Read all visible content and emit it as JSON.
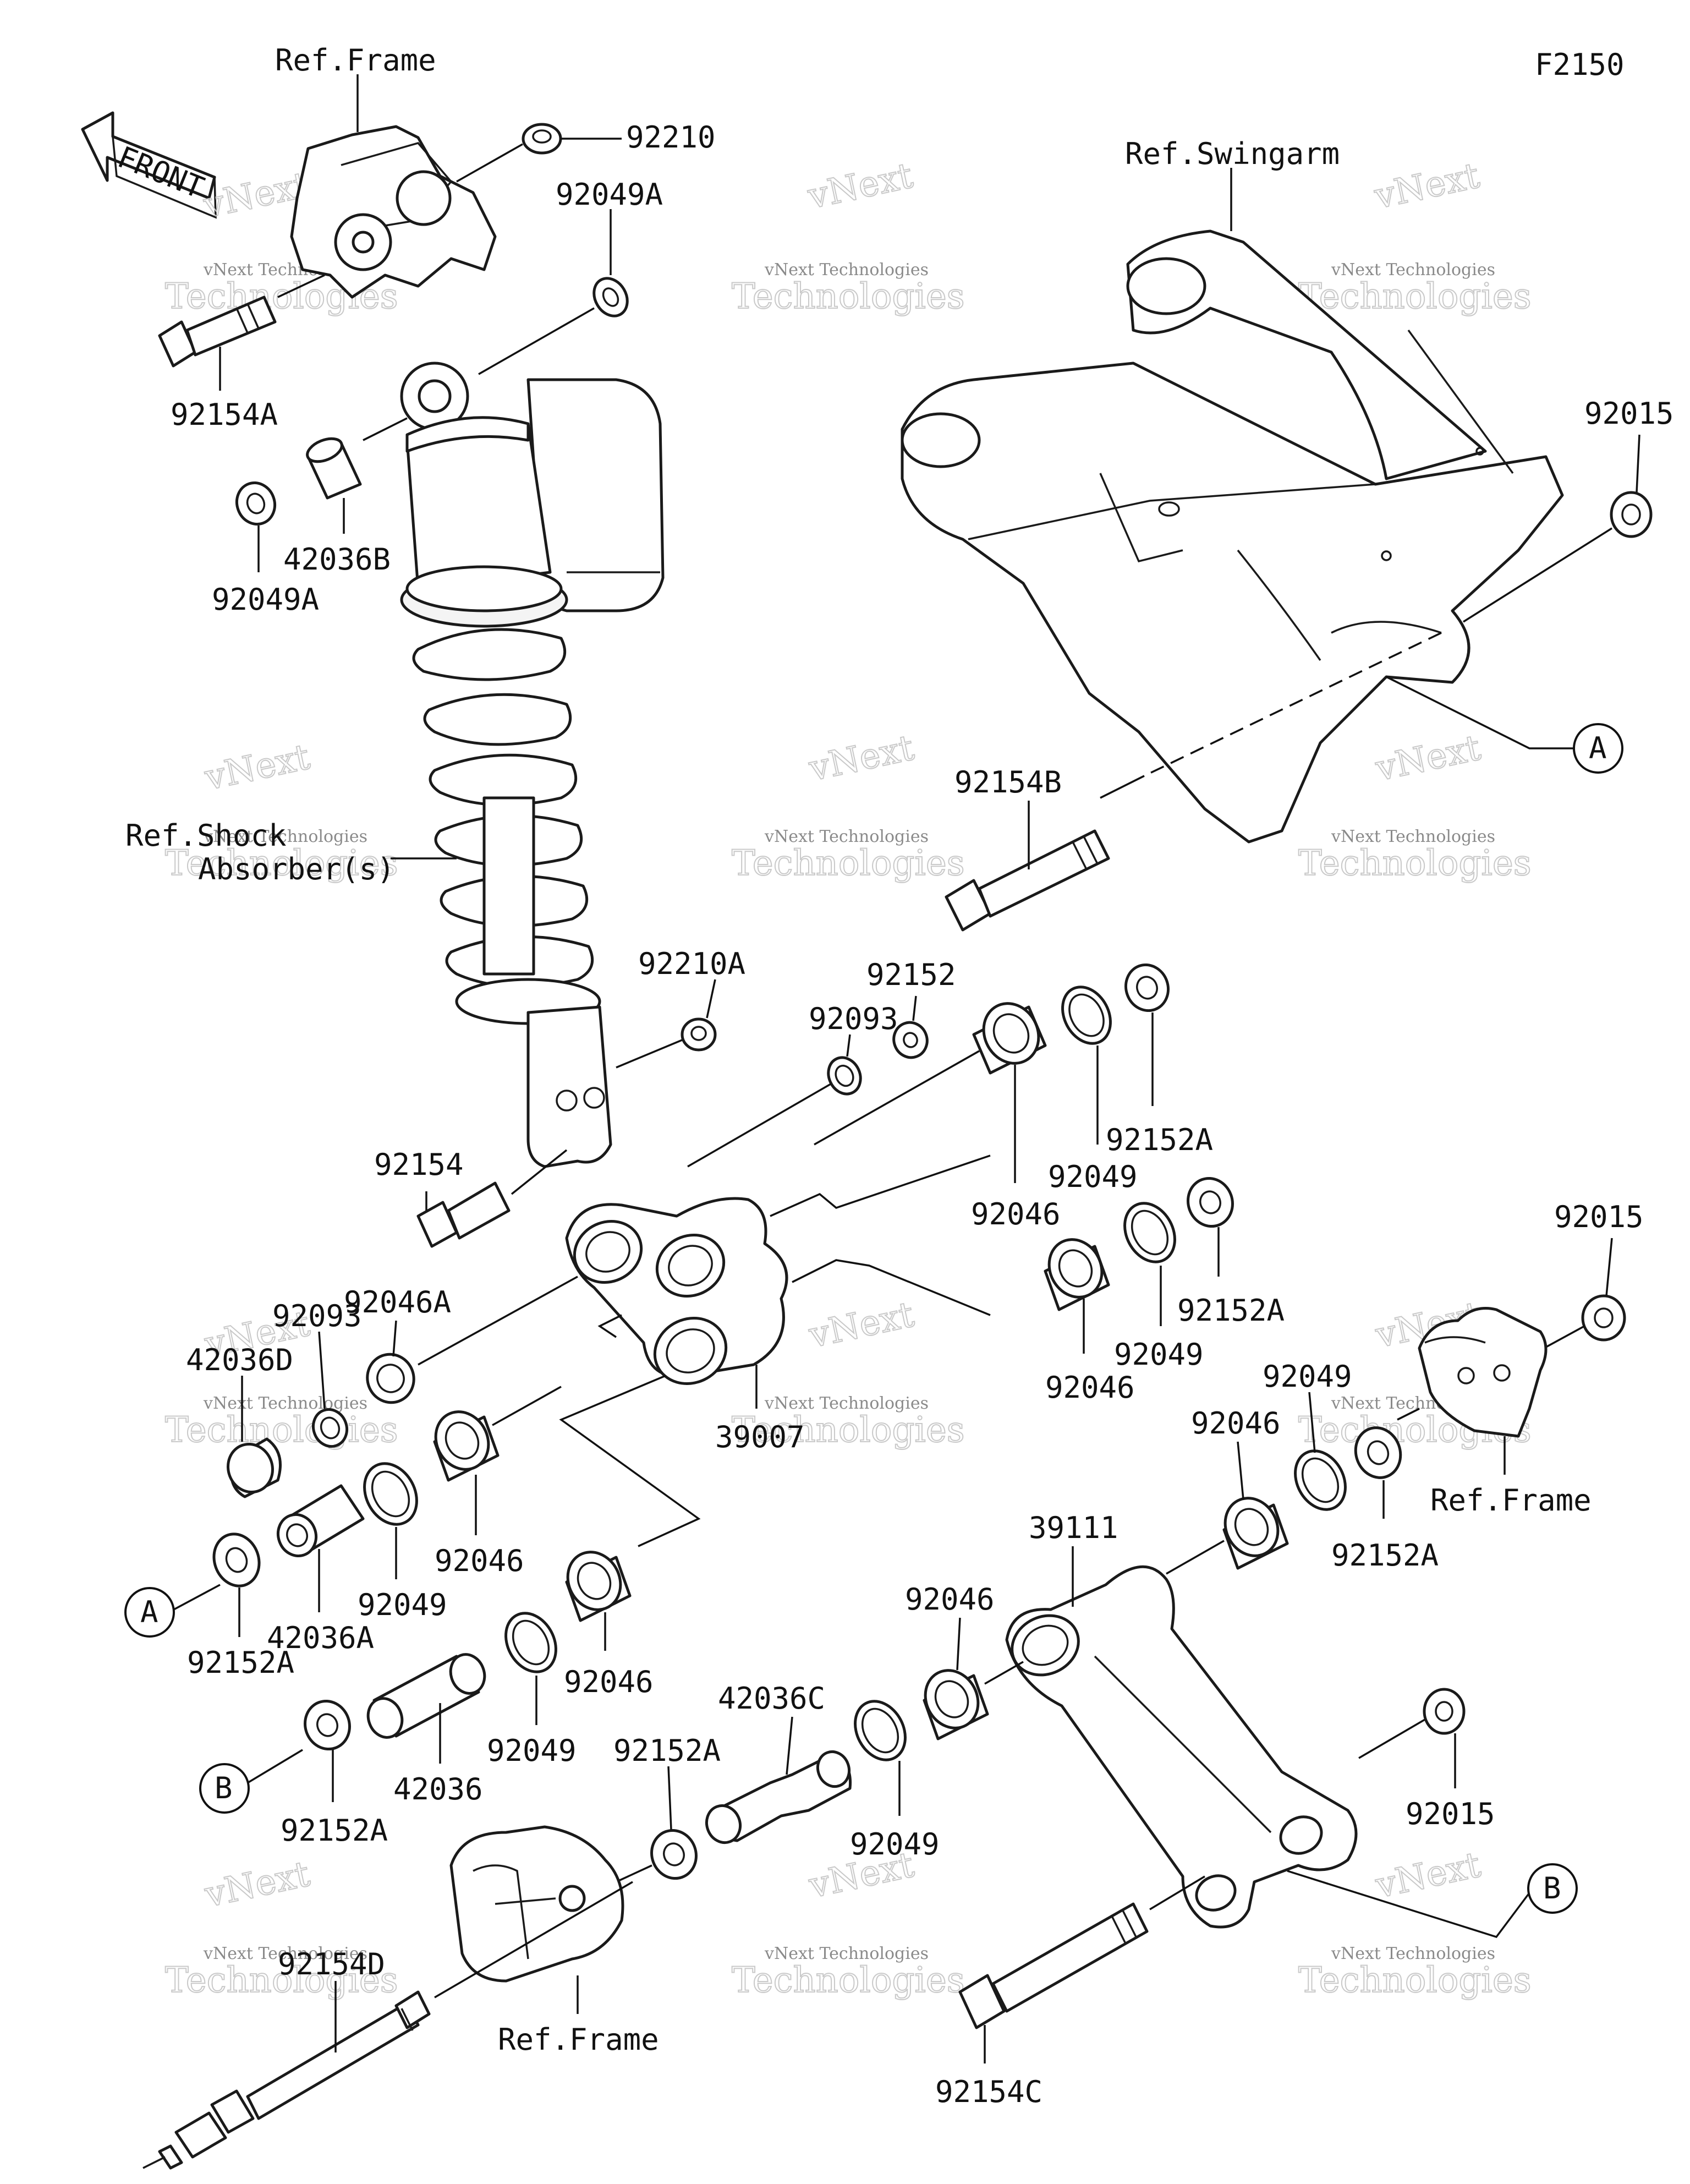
{
  "figure_code": "F2150",
  "front_label": "FRONT",
  "watermark": {
    "brand": "vNext",
    "line1": "vNext Technologies",
    "line2": "Technologies"
  },
  "labels": {
    "ref_frame_top": "Ref.Frame",
    "p92210": "92210",
    "p92049A_top": "92049A",
    "p92154A": "92154A",
    "p42036B": "42036B",
    "p92049A_left": "92049A",
    "ref_swingarm": "Ref.Swingarm",
    "p92015_top": "92015",
    "callout_A_right": "A",
    "p92154B": "92154B",
    "ref_shock_1": "Ref.Shock",
    "ref_shock_2": "Absorber(s)",
    "p92210A": "92210A",
    "p92152": "92152",
    "p92093_top": "92093",
    "p92152A_r1": "92152A",
    "p92049_r1": "92049",
    "p92154": "92154",
    "p92046_r1": "92046",
    "p92015_mid": "92015",
    "p92152A_r2": "92152A",
    "p92046A": "92046A",
    "p92093_left": "92093",
    "p42036D": "42036D",
    "p92049_r2": "92049",
    "p92046_r2": "92046",
    "p39007": "39007",
    "p92049_r3": "92049",
    "ref_frame_mid": "Ref.Frame",
    "p92046_r3": "92046",
    "p92152A_r3": "92152A",
    "p92046_mid": "92046",
    "p42036A": "42036A",
    "p92049_mid": "92049",
    "p39111": "39111",
    "callout_A_left": "A",
    "p92152A_left": "92152A",
    "p92046_low": "92046",
    "p92046_r4": "92046",
    "p42036C": "42036C",
    "p92049_low": "92049",
    "p42036": "42036",
    "p92152A_low": "92152A",
    "callout_B_left": "B",
    "p92152A_b": "92152A",
    "p92049_r4": "92049",
    "p92015_low": "92015",
    "callout_B_right": "B",
    "p92154D": "92154D",
    "ref_frame_bottom": "Ref.Frame",
    "p92154C": "92154C"
  }
}
